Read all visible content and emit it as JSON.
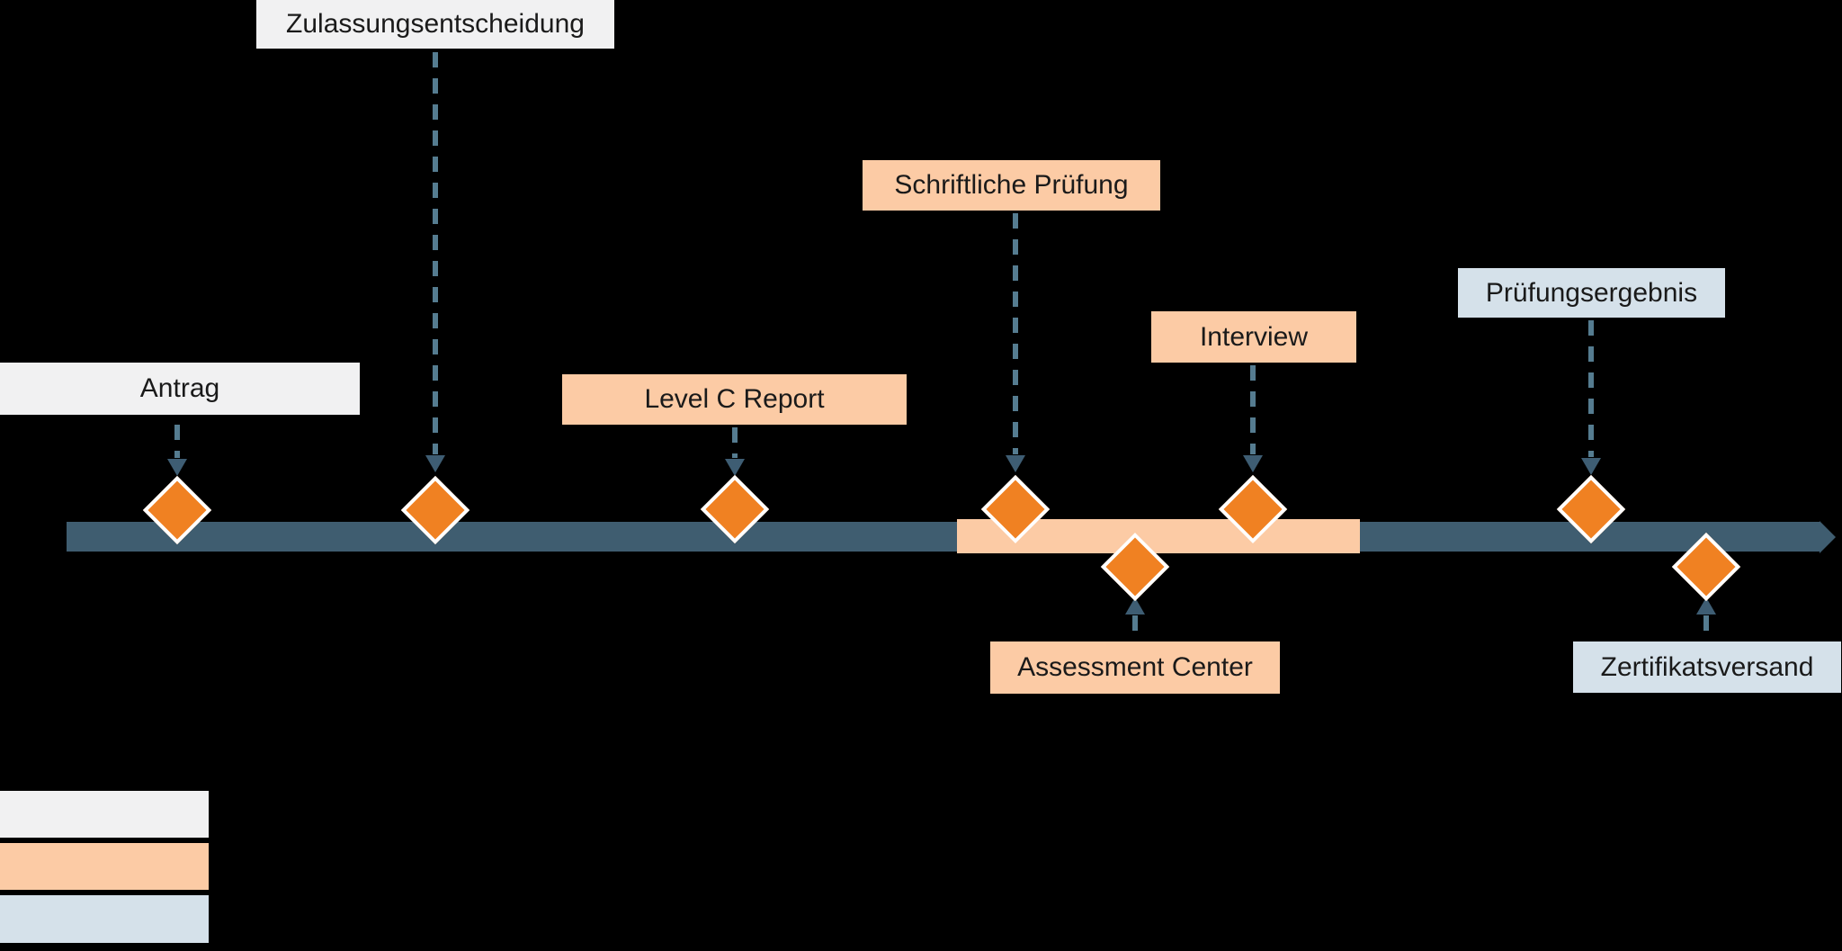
{
  "diagram": {
    "type": "process-timeline",
    "background": "#000000",
    "milestones": [
      {
        "label": "Antrag",
        "category": "gray",
        "side": "above"
      },
      {
        "label": "Zulassungsentscheidung",
        "category": "gray",
        "side": "above"
      },
      {
        "label": "Level C Report",
        "category": "peach",
        "side": "above"
      },
      {
        "label": "Schriftliche Prüfung",
        "category": "peach",
        "side": "above"
      },
      {
        "label": "Assessment Center",
        "category": "peach",
        "side": "below"
      },
      {
        "label": "Interview",
        "category": "peach",
        "side": "above"
      },
      {
        "label": "Prüfungsergebnis",
        "category": "blue",
        "side": "above"
      },
      {
        "label": "Zertifikatsversand",
        "category": "blue",
        "side": "below"
      }
    ],
    "colors": {
      "timeline_bar": "#3F5D70",
      "highlight_band": "#FCCBA5",
      "diamond_fill": "#F08122",
      "diamond_border": "#FFFFFF",
      "connector": "#557C90",
      "connector_head": "#3E5D73",
      "box_gray": "#F1F1F2",
      "box_peach": "#FCCBA5",
      "box_blue": "#D5E1EA",
      "label_text": "#1A1A1A"
    },
    "legend": {
      "swatches": [
        {
          "color": "#F1F1F2"
        },
        {
          "color": "#FCCBA5"
        },
        {
          "color": "#D5E1EA"
        }
      ]
    }
  }
}
